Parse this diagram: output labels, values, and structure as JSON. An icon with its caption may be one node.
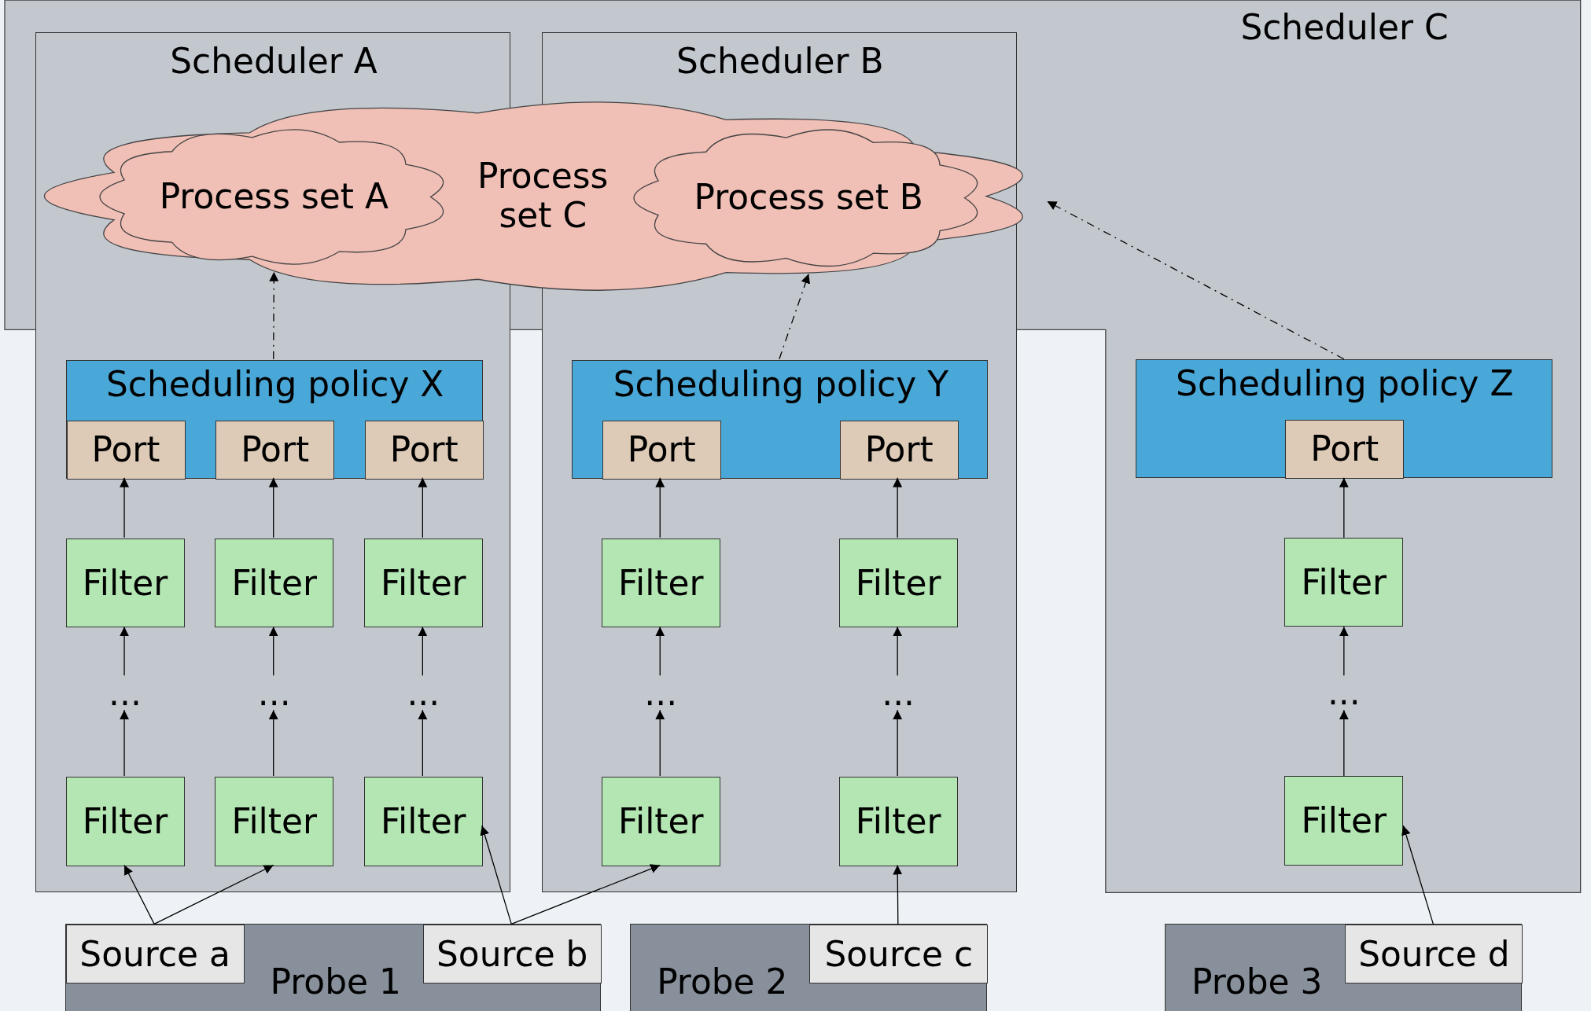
{
  "diagram": {
    "nodes": [
      {
        "text": [
          "Scheduler C"
        ]
      },
      {
        "text": [
          "Scheduler A"
        ]
      },
      {
        "text": [
          "Scheduler B"
        ]
      },
      {
        "text": [
          "Process set C"
        ],
        "in": 0
      },
      {
        "text": [
          "Process set A"
        ]
      },
      {
        "text": [
          "Process set B"
        ]
      },
      {
        "text": [
          "Scheduling policy X"
        ],
        "in": 1
      },
      {
        "text": [
          "Port"
        ],
        "in": 6
      },
      {
        "text": [
          "Port"
        ],
        "in": 6
      },
      {
        "text": [
          "Port"
        ],
        "in": 6
      },
      {
        "text": [
          "Scheduling policy Y"
        ],
        "in": 2
      },
      {
        "text": [
          "Port"
        ],
        "in": 10
      },
      {
        "text": [
          "Port"
        ],
        "in": 10
      },
      {
        "text": [
          "Scheduling policy Z"
        ],
        "in": 0
      },
      {
        "text": [
          "Port"
        ],
        "in": 13
      },
      {
        "text": [
          "Filter"
        ],
        "in": 1
      },
      {
        "text": [
          "Filter"
        ],
        "in": 1
      },
      {
        "text": [
          "Filter"
        ],
        "in": 1
      },
      {
        "text": [
          "Filter"
        ],
        "in": 2
      },
      {
        "text": [
          "Filter"
        ],
        "in": 2
      },
      {
        "text": [
          "Filter"
        ],
        "in": 0
      },
      {
        "text": [
          "..."
        ],
        "in": 1
      },
      {
        "text": [
          "..."
        ],
        "in": 1
      },
      {
        "text": [
          "..."
        ],
        "in": 1
      },
      {
        "text": [
          "..."
        ],
        "in": 2
      },
      {
        "text": [
          "..."
        ],
        "in": 2
      },
      {
        "text": [
          "..."
        ],
        "in": 0
      },
      {
        "text": [
          "Filter"
        ],
        "in": 1
      },
      {
        "text": [
          "Filter"
        ],
        "in": 1
      },
      {
        "text": [
          "Filter"
        ],
        "in": 1
      },
      {
        "text": [
          "Filter"
        ],
        "in": 2
      },
      {
        "text": [
          "Filter"
        ],
        "in": 2
      },
      {
        "text": [
          "Filter"
        ],
        "in": 0
      },
      {
        "text": [
          "Probe 1"
        ]
      },
      {
        "text": [
          "Source a"
        ],
        "in": 33
      },
      {
        "text": [
          "Source b"
        ],
        "in": 33
      },
      {
        "text": [
          "Probe 2"
        ]
      },
      {
        "text": [
          "Source c"
        ],
        "in": 36
      },
      {
        "text": [
          "Probe 3"
        ]
      },
      {
        "text": [
          "Source d"
        ],
        "in": 38
      }
    ],
    "edges": [
      {
        "from": 6,
        "to": 4,
        "arrow": "to",
        "style": "dashed"
      },
      {
        "from": 10,
        "to": 5,
        "arrow": "to",
        "style": "dashed"
      },
      {
        "from": 13,
        "to": 3,
        "arrow": "to",
        "style": "dashed"
      },
      {
        "from": 15,
        "to": 7,
        "arrow": "to"
      },
      {
        "from": 16,
        "to": 8,
        "arrow": "to"
      },
      {
        "from": 17,
        "to": 9,
        "arrow": "to"
      },
      {
        "from": 18,
        "to": 11,
        "arrow": "to"
      },
      {
        "from": 19,
        "to": 12,
        "arrow": "to"
      },
      {
        "from": 20,
        "to": 14,
        "arrow": "to"
      },
      {
        "from": 21,
        "to": 15,
        "arrow": "to"
      },
      {
        "from": 22,
        "to": 16,
        "arrow": "to"
      },
      {
        "from": 23,
        "to": 17,
        "arrow": "to"
      },
      {
        "from": 24,
        "to": 18,
        "arrow": "to"
      },
      {
        "from": 25,
        "to": 19,
        "arrow": "to"
      },
      {
        "from": 26,
        "to": 20,
        "arrow": "to"
      },
      {
        "from": 27,
        "to": 21,
        "arrow": "to"
      },
      {
        "from": 28,
        "to": 22,
        "arrow": "to"
      },
      {
        "from": 29,
        "to": 23,
        "arrow": "to"
      },
      {
        "from": 30,
        "to": 24,
        "arrow": "to"
      },
      {
        "from": 31,
        "to": 25,
        "arrow": "to"
      },
      {
        "from": 32,
        "to": 26,
        "arrow": "to"
      },
      {
        "from": 34,
        "to": 27,
        "arrow": "to"
      },
      {
        "from": 34,
        "to": 28,
        "arrow": "to"
      },
      {
        "from": 35,
        "to": 29,
        "arrow": "to"
      },
      {
        "from": 35,
        "to": 30,
        "arrow": "to"
      },
      {
        "from": 37,
        "to": 31,
        "arrow": "to"
      },
      {
        "from": 39,
        "to": 32,
        "arrow": "to"
      }
    ]
  }
}
